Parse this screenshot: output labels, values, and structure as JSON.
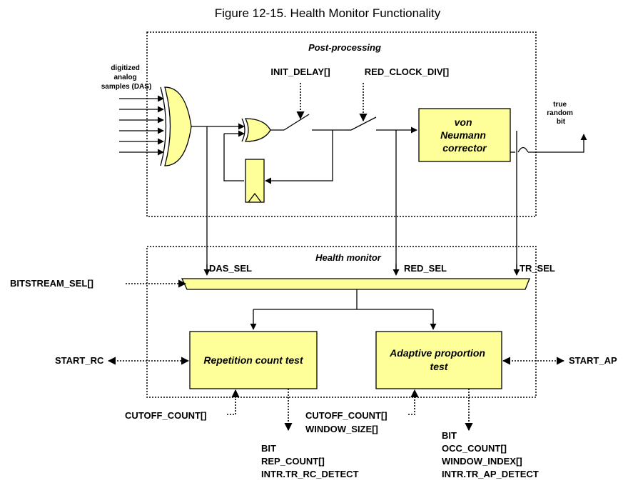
{
  "title": "Figure 12-15.  Health Monitor Functionality",
  "post_processing": {
    "label": "Post-processing",
    "input_label_lines": [
      "digitized",
      "analog",
      "samples (DAS)"
    ],
    "init_delay": "INIT_DELAY[]",
    "red_clock_div": "RED_CLOCK_DIV[]",
    "von_neumann_lines": [
      "von",
      "Neumann",
      "corrector"
    ],
    "output_label_lines": [
      "true",
      "random",
      "bit"
    ]
  },
  "health_monitor": {
    "label": "Health monitor",
    "das_sel": "DAS_SEL",
    "red_sel": "RED_SEL",
    "tr_sel": "TR_SEL",
    "bitstream_sel": "BITSTREAM_SEL[]",
    "start_rc": "START_RC",
    "start_ap": "START_AP",
    "repetition_test": "Repetition count test",
    "adaptive_test_lines": [
      "Adaptive proportion",
      "test"
    ],
    "rc_cutoff": "CUTOFF_COUNT[]",
    "ap_inputs": [
      "CUTOFF_COUNT[]",
      "WINDOW_SIZE[]"
    ],
    "rc_outputs": [
      "BIT",
      "REP_COUNT[]",
      "INTR.TR_RC_DETECT"
    ],
    "ap_outputs": [
      "BIT",
      "OCC_COUNT[]",
      "WINDOW_INDEX[]",
      "INTR.TR_AP_DETECT"
    ]
  }
}
